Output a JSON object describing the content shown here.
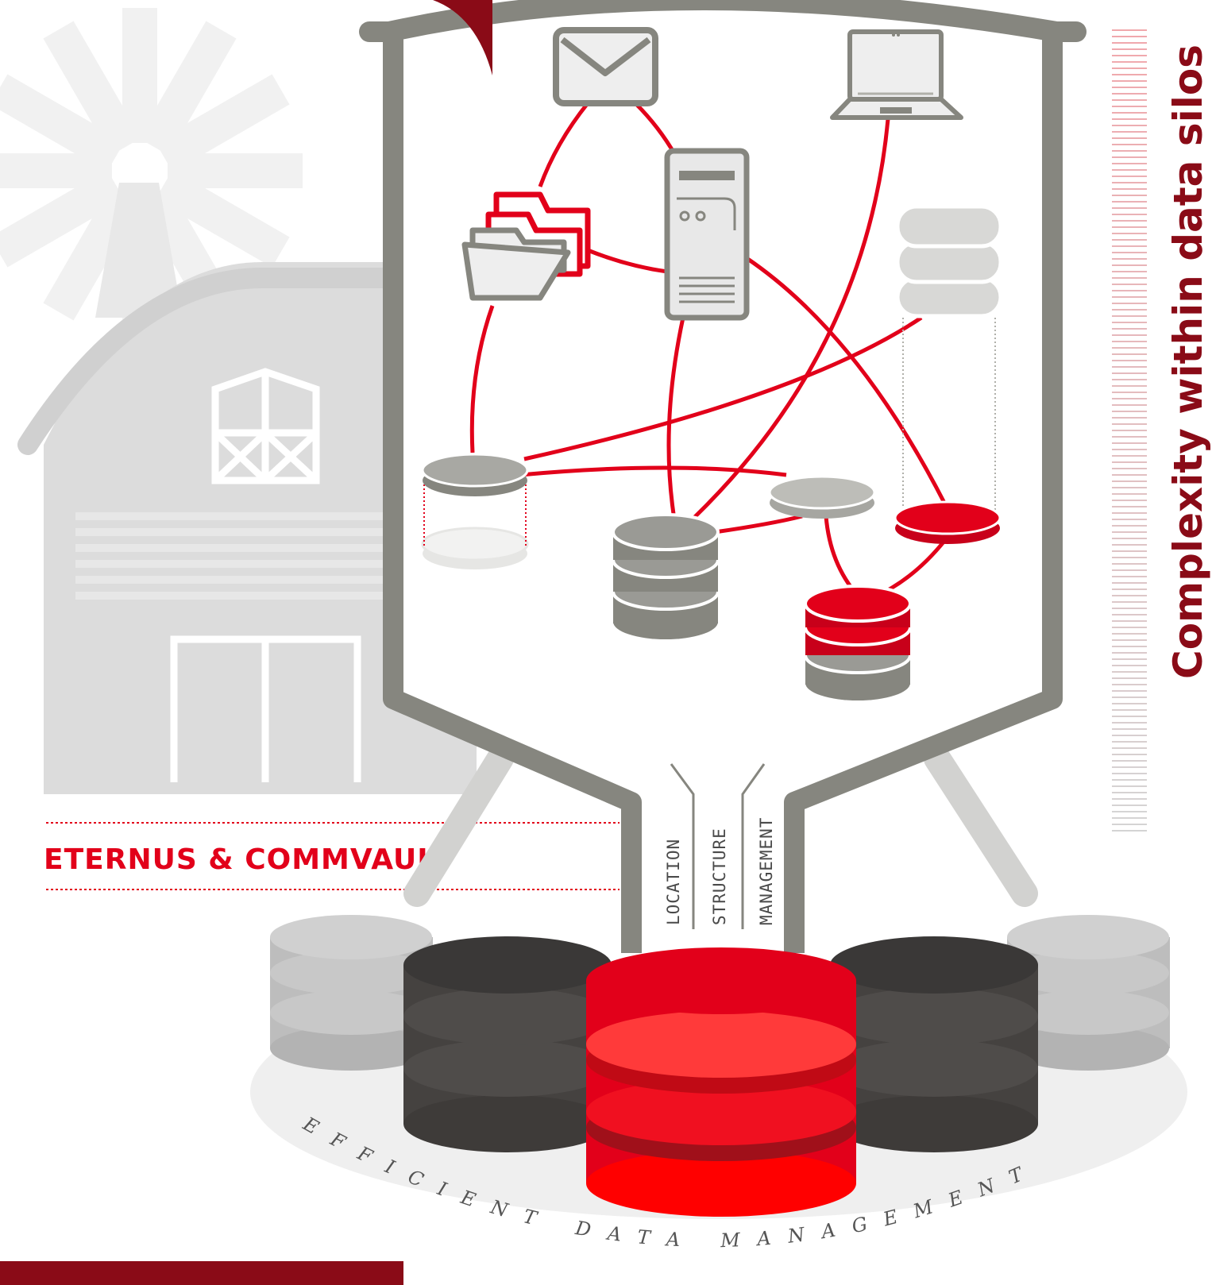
{
  "brand": "ETERNUS & COMMVAULT",
  "title": "Complexity within data silos",
  "funnel_labels": [
    "LOCATION",
    "STRUCTURE",
    "MANAGEMENT"
  ],
  "arc_label": "EFFICIENT DATA MANAGEMENT",
  "colors": {
    "accent": "#e2001a",
    "dark_red": "#8a0b17",
    "silo_gray": "#86867f",
    "light_gray": "#dcdcdc",
    "dark_db": "#454240"
  },
  "icons": [
    "windmill-icon",
    "barn-icon",
    "mail-icon",
    "laptop-icon",
    "folder-icon",
    "server-icon",
    "database-icon"
  ]
}
